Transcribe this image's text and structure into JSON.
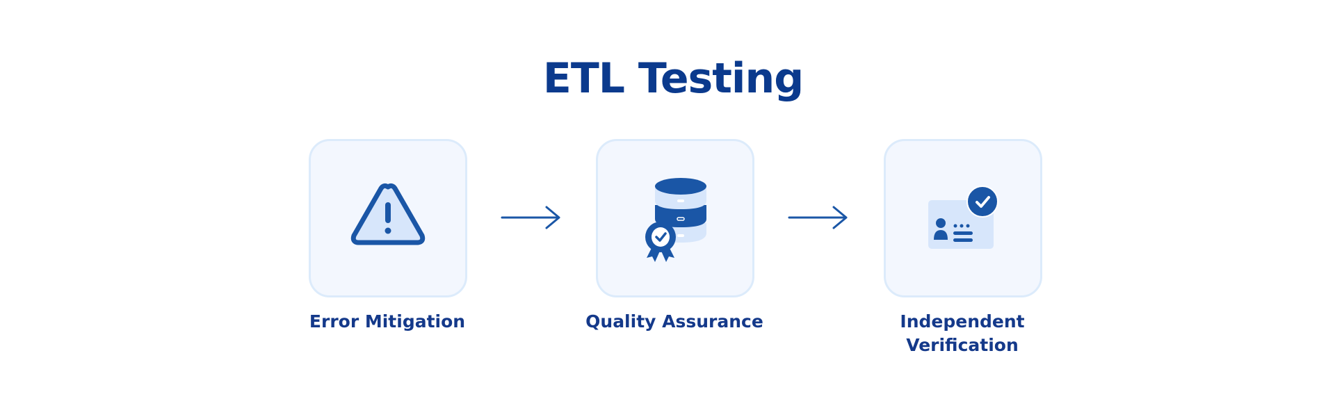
{
  "title": "ETL Testing",
  "steps": [
    {
      "label": "Error Mitigation",
      "icon": "warning-triangle-icon"
    },
    {
      "label": "Quality Assurance",
      "icon": "database-certified-icon"
    },
    {
      "label_line1": "Independent",
      "label_line2": "Verification",
      "icon": "verified-id-card-icon"
    }
  ],
  "colors": {
    "primary": "#1a56a6",
    "light": "#d7e6fb",
    "title": "#0b3a8d",
    "box_bg": "#f3f7fe",
    "box_border": "#dcebfb"
  }
}
